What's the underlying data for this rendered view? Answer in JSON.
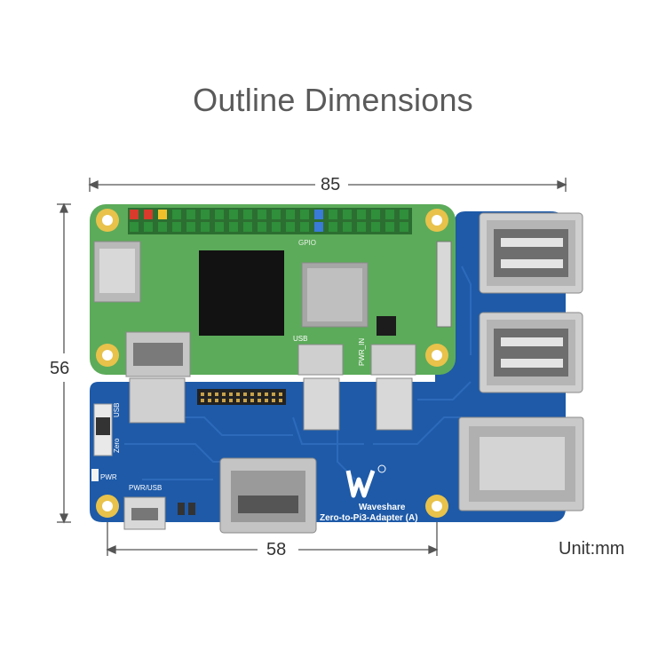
{
  "title": "Outline Dimensions",
  "dimensions": {
    "width": "85",
    "height": "56",
    "hole_spacing": "58"
  },
  "unit_label": "Unit:mm",
  "board": {
    "brand_name": "Waveshare",
    "product_name": "Zero-to-Pi3-Adapter (A)",
    "silkscreen": {
      "gpio": "GPIO",
      "usb_top": "USB",
      "pwr_in": "PWR_IN",
      "zero": "Zero",
      "usb_switch": "USB",
      "pwr": "PWR",
      "pwr_usb": "PWR/USB"
    },
    "colors": {
      "zero_pcb": "#5cab5a",
      "adapter_pcb": "#1e5aa8",
      "header_pin": "#2f8f3a",
      "mounting_hole": "#e8c24a"
    }
  }
}
